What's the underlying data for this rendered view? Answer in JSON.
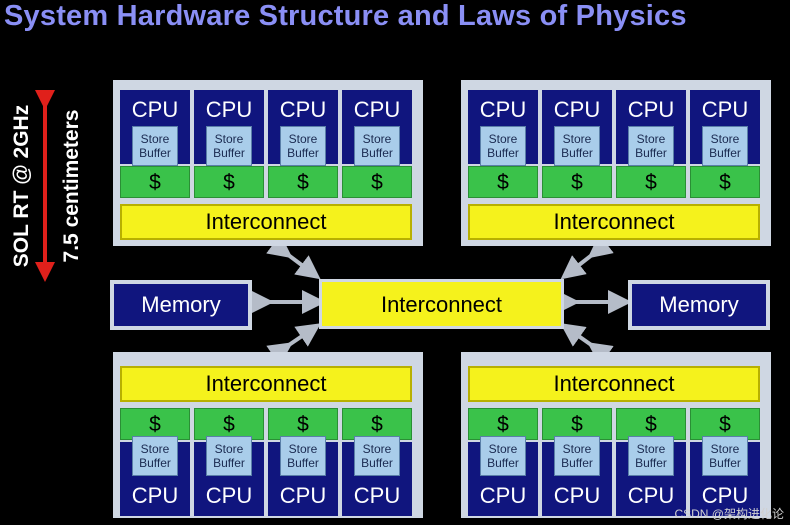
{
  "title": "System Hardware Structure and Laws of Physics",
  "side_labels": [
    "SOL RT @ 2GHz",
    "7.5 centimeters"
  ],
  "cpu_label": "CPU",
  "store_buffer_label": "Store Buffer",
  "cache_label": "$",
  "interconnect_label": "Interconnect",
  "memory_label": "Memory",
  "watermark": "CSDN @架构进化论",
  "colors": {
    "title": "#8a8ff5",
    "cpu": "#10157e",
    "cache": "#3ac24a",
    "interconnect": "#f5f21c",
    "panel": "#cfd7e3",
    "arrow_red": "#e0201b"
  }
}
